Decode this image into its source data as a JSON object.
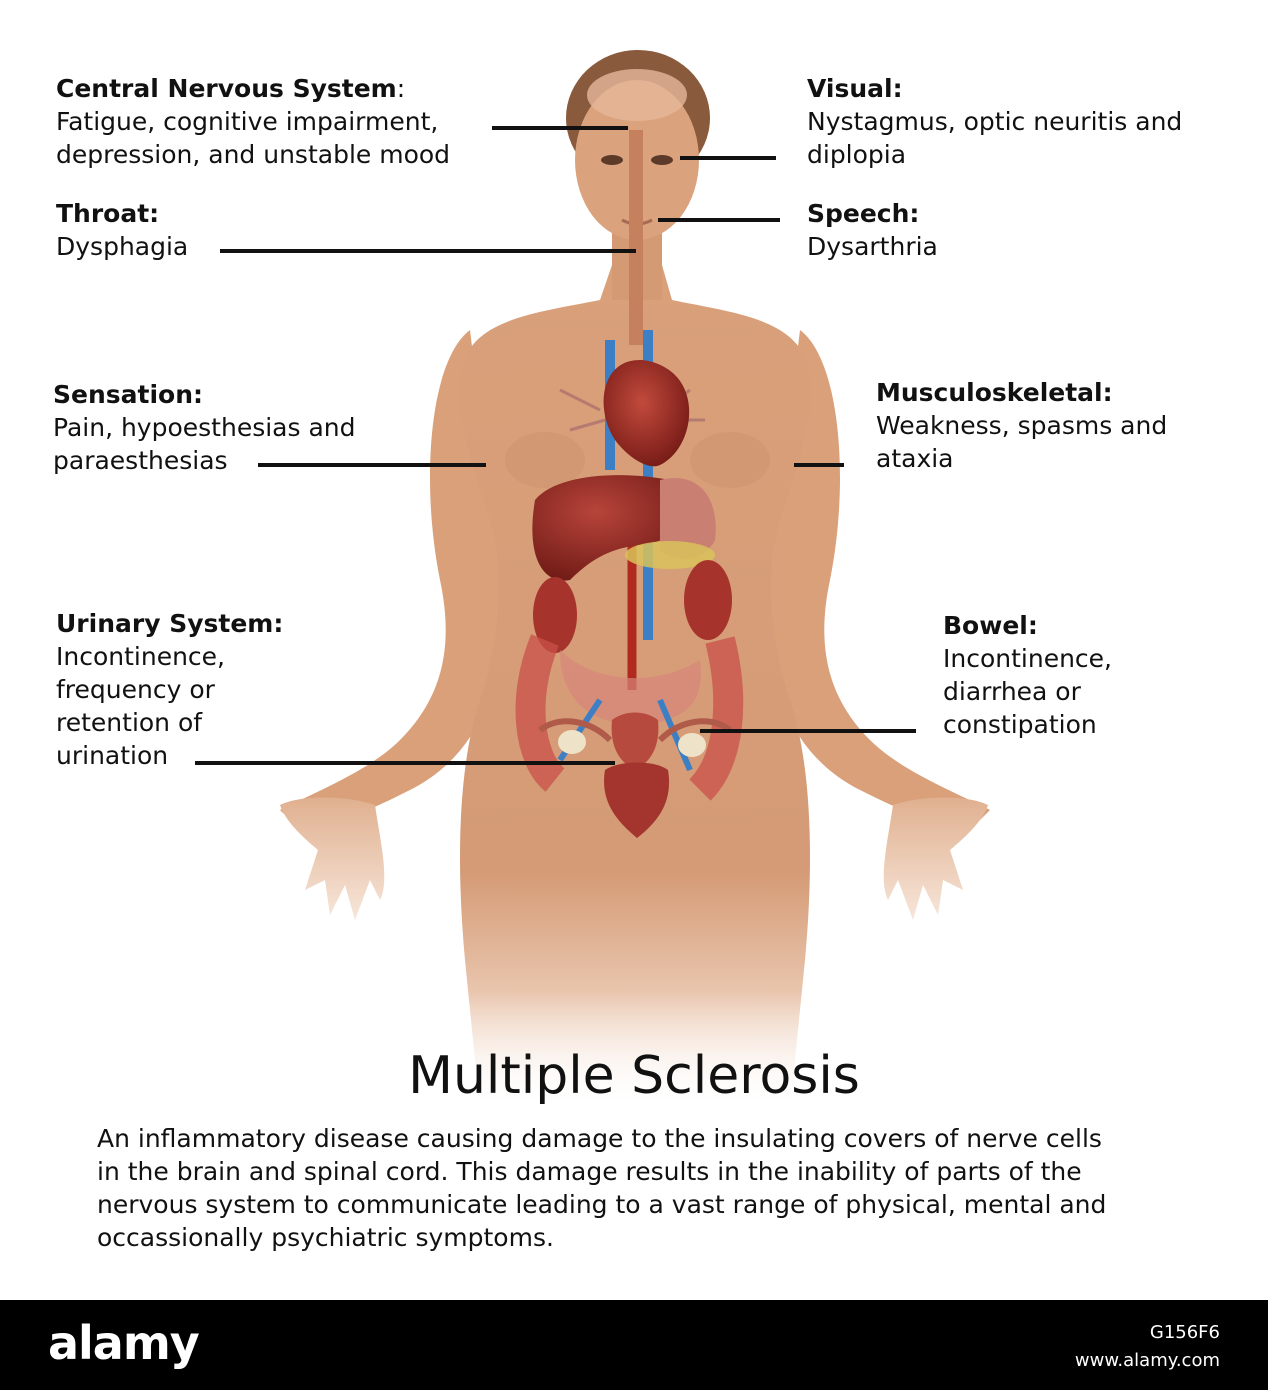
{
  "labels": {
    "cns": {
      "heading": "Central Nervous System",
      "suffix": ":",
      "lines": [
        "Fatigue, cognitive impairment,",
        "depression, and unstable mood"
      ]
    },
    "visual": {
      "heading": "Visual:",
      "lines": [
        "Nystagmus, optic neuritis and",
        "diplopia"
      ]
    },
    "throat": {
      "heading": "Throat:",
      "lines": [
        "Dysphagia"
      ]
    },
    "speech": {
      "heading": "Speech:",
      "lines": [
        "Dysarthria"
      ]
    },
    "sensation": {
      "heading": "Sensation:",
      "lines": [
        "Pain, hypoesthesias and",
        "paraesthesias"
      ]
    },
    "musculo": {
      "heading": "Musculoskeletal:",
      "lines": [
        "Weakness, spasms and",
        "ataxia"
      ]
    },
    "urinary": {
      "heading": "Urinary System:",
      "lines": [
        "Incontinence,",
        "frequency or",
        "retention of",
        "urination"
      ]
    },
    "bowel": {
      "heading": "Bowel:",
      "lines": [
        "Incontinence,",
        "diarrhea or",
        "constipation"
      ]
    }
  },
  "title": "Multiple Sclerosis",
  "description": [
    "An inflammatory disease causing damage to the insulating covers of nerve cells",
    "in the brain and spinal cord. This damage results in the inability of parts of the",
    "nervous system to communicate leading to a vast range of physical, mental and",
    "occassionally psychiatric symptoms."
  ],
  "footer": {
    "logo": "alamy",
    "image_id": "G156F6",
    "site": "www.alamy.com"
  },
  "colors": {
    "skin": "#d9a07a",
    "organ": "#9a2a22",
    "vessel_blue": "#3d7fc4",
    "line": "#111111",
    "footer_bg": "#000000"
  }
}
